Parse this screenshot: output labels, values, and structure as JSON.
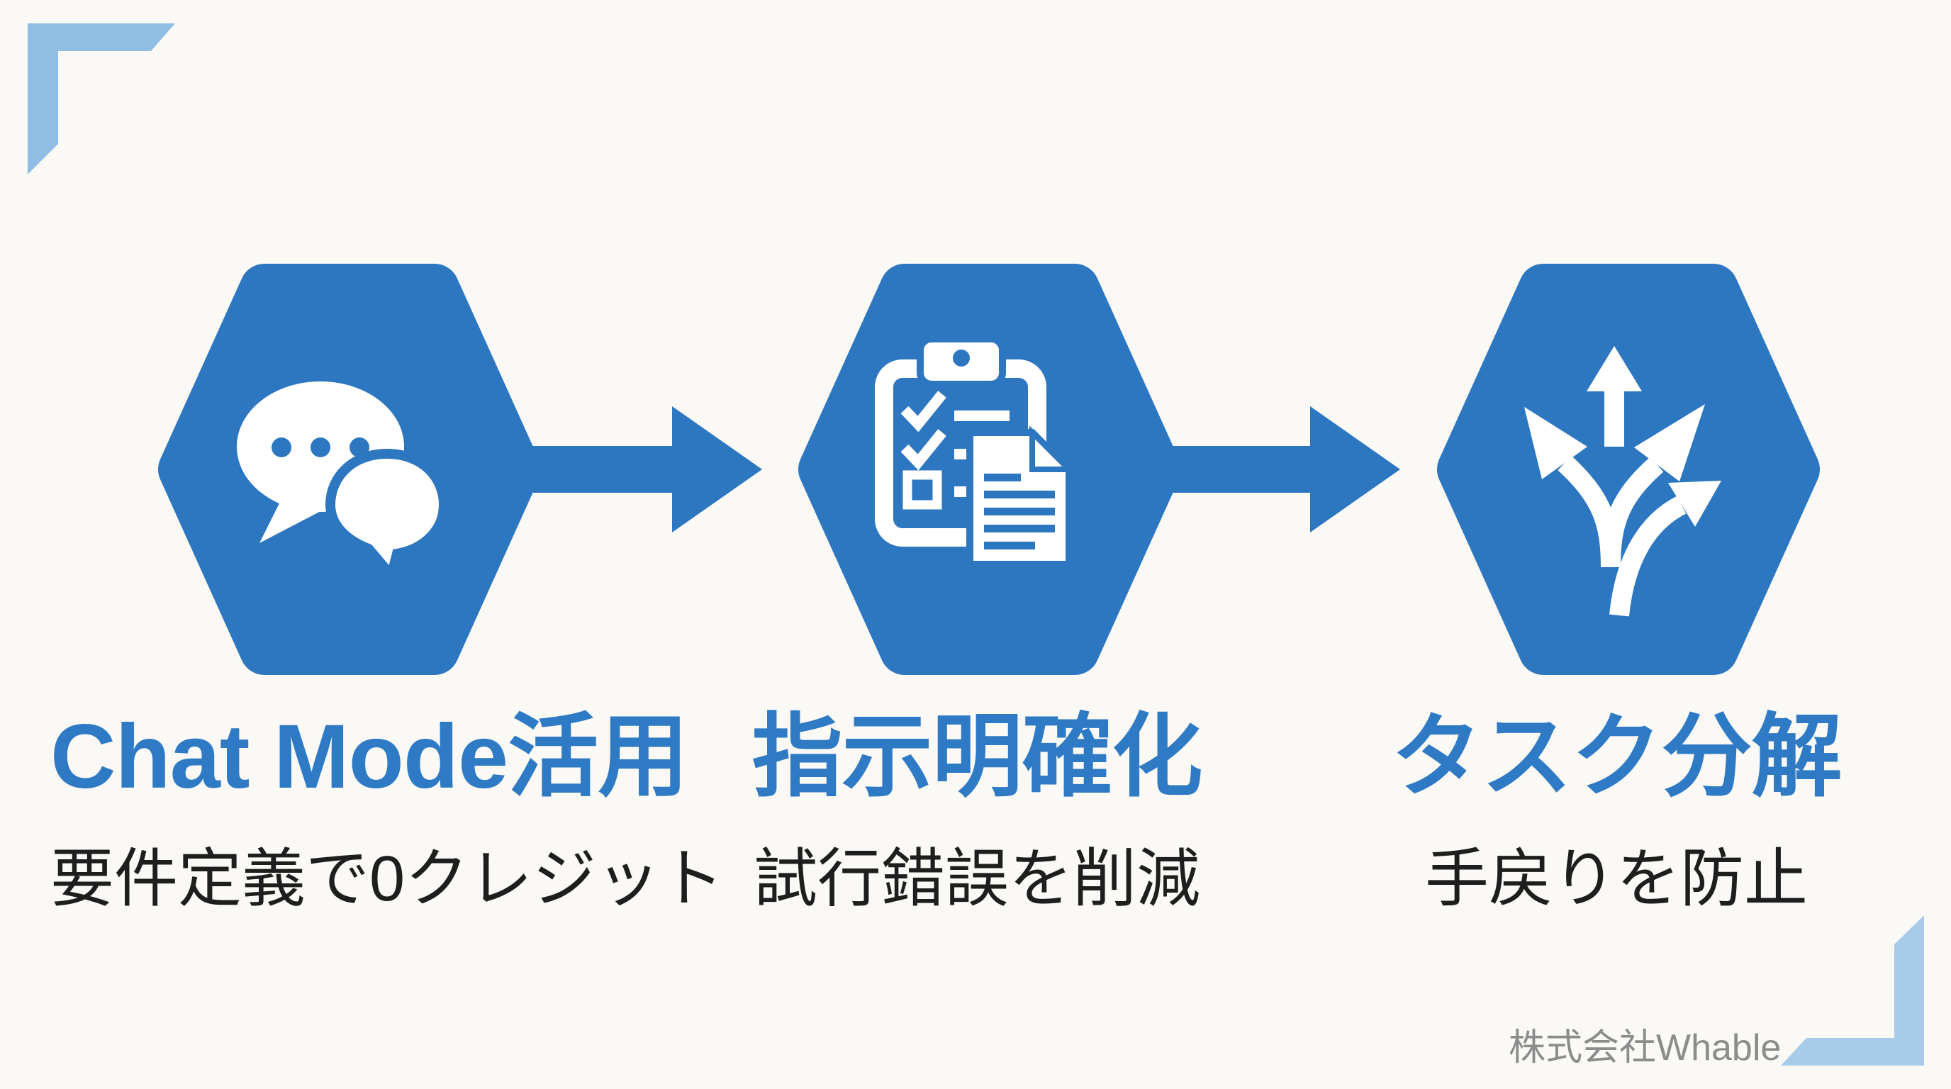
{
  "slide": {
    "type": "three-step process infographic",
    "background": "#faf9f5",
    "footer": {
      "company": "株式会社Whable"
    }
  },
  "colors": {
    "hexagon_blue": "#2d77c1",
    "title_blue": "#2e7ac5",
    "text_dark": "#1e1e1e",
    "text_gray": "#8c8c8c",
    "corner_top_left": "#8fbde4",
    "corner_bottom_right": "#a7cbe9",
    "icon_white": "#ffffff",
    "background": "#faf9f5"
  },
  "steps": [
    {
      "title": "Chat Mode活用",
      "subtitle": "要件定義で0クレジット",
      "icon": "chat-bubbles-icon"
    },
    {
      "title": "指示明確化",
      "subtitle": "試行錯誤を削減",
      "icon": "clipboard-checklist-icon"
    },
    {
      "title": "タスク分解",
      "subtitle": "手戻りを防止",
      "icon": "branching-arrows-icon"
    }
  ],
  "connectors": [
    {
      "name": "flow-arrow-1",
      "from": "step-1",
      "to": "step-2",
      "direction": "right"
    },
    {
      "name": "flow-arrow-2",
      "from": "step-2",
      "to": "step-3",
      "direction": "right"
    }
  ]
}
